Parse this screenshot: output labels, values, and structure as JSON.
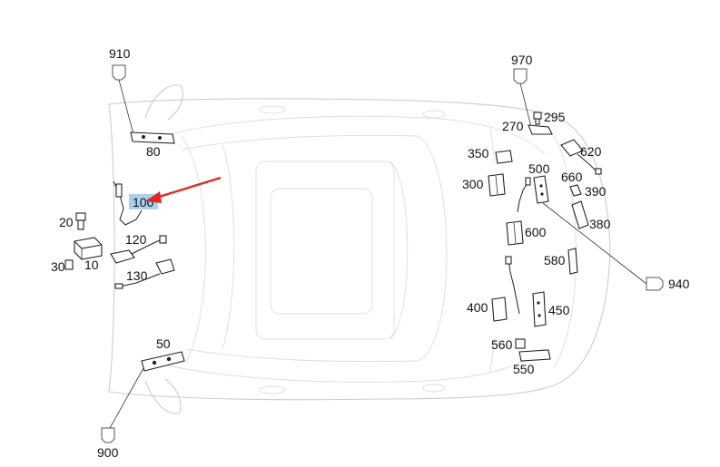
{
  "diagram": {
    "highlighted_part": "100",
    "labels": {
      "p910": "910",
      "p80": "80",
      "p100": "100",
      "p20": "20",
      "p10": "10",
      "p30": "30",
      "p120": "120",
      "p130": "130",
      "p50": "50",
      "p900": "900",
      "p970": "970",
      "p270": "270",
      "p295": "295",
      "p620": "620",
      "p350": "350",
      "p500": "500",
      "p660": "660",
      "p390": "390",
      "p300": "300",
      "p380": "380",
      "p600": "600",
      "p580": "580",
      "p940": "940",
      "p400": "400",
      "p450": "450",
      "p560": "560",
      "p550": "550"
    },
    "colors": {
      "highlight": "#a9d1ec",
      "arrow": "#e8261d",
      "car_outline": "#c9cdd3"
    }
  }
}
